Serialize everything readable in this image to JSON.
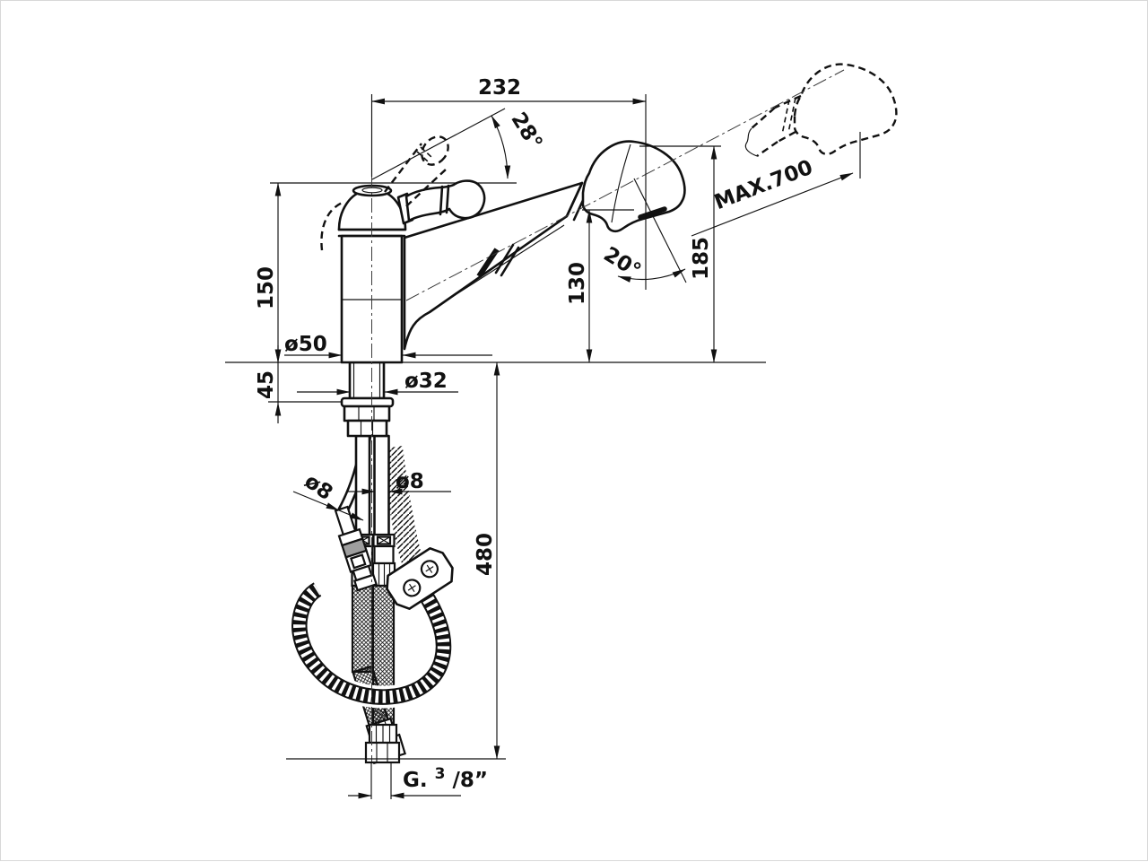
{
  "drawing": {
    "background": "#ffffff",
    "line_color": "#111111",
    "accent_gray": "#9e9e9e",
    "dimensions": {
      "spout_reach": "232",
      "lever_angle": "28°",
      "pullout_max": "MAX.700",
      "head_top_height": "185",
      "outlet_height": "130",
      "spray_angle": "20°",
      "body_height": "150",
      "body_diameter": "ø50",
      "deck_clamp": "45",
      "shank_diameter": "ø32",
      "hose_diameter_a": "ø8",
      "hose_diameter_b": "ø8",
      "hose_drop": "480",
      "thread_prefix": "G.",
      "thread_sup": "3",
      "thread_rest": "/8”"
    }
  }
}
